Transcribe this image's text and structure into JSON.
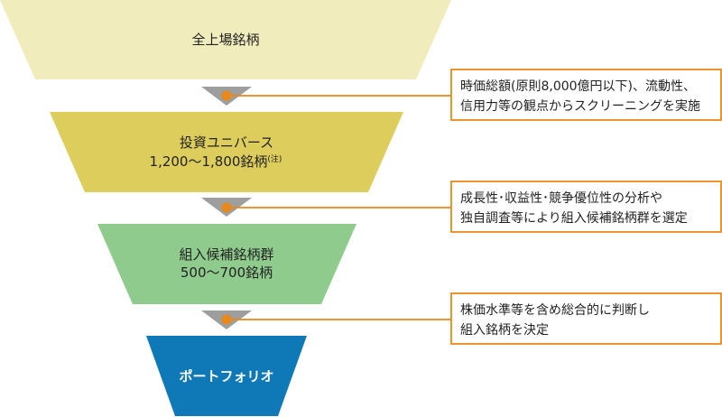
{
  "colors": {
    "stage1": "#f0ecbc",
    "stage2": "#ddcd5d",
    "stage3": "#8fcb8c",
    "stage4": "#0f79b8",
    "connector": "#ea8818",
    "arrow": "#9e9e9e"
  },
  "stages": [
    {
      "line1": "全上場銘柄"
    },
    {
      "line1": "投資ユニバース",
      "line2": "1,200～1,800銘柄",
      "note": "(注)"
    },
    {
      "line1": "組入候補銘柄群",
      "line2": "500～700銘柄"
    },
    {
      "line1": "ポートフォリオ"
    }
  ],
  "criteria": [
    {
      "line1": "時価総額(原則8,000億円以下)、流動性、",
      "line2": "信用力等の観点からスクリーニングを実施"
    },
    {
      "line1": "成長性･収益性･競争優位性の分析や",
      "line2": "独自調査等により組入候補銘柄群を選定"
    },
    {
      "line1": "株価水準等を含め総合的に判断し",
      "line2": "組入銘柄を決定"
    }
  ]
}
